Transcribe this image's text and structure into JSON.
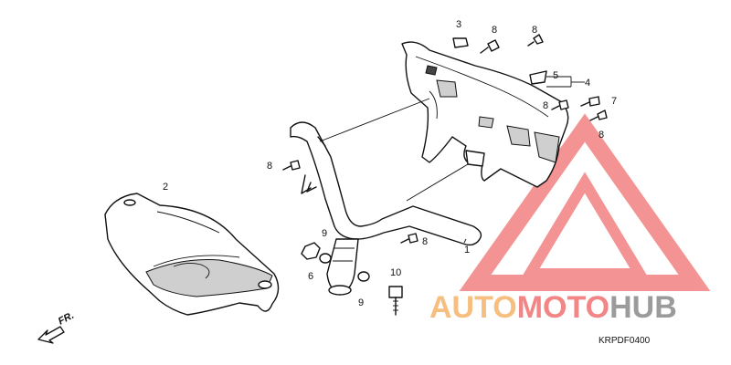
{
  "callouts": {
    "c1": "1",
    "c2": "2",
    "c3": "3",
    "c4": "4",
    "c5": "5",
    "c6": "6",
    "c7": "7",
    "c8a": "8",
    "c8b": "8",
    "c8c": "8",
    "c8d": "8",
    "c8e": "8",
    "c8f": "8",
    "c9a": "9",
    "c9b": "9",
    "c10": "10"
  },
  "front_label": "FR.",
  "diagram_code": "KRPDF0400",
  "watermark": {
    "part1": "AUTO",
    "part2": "MOTO",
    "part3": "HUB",
    "color_orange": "#f5b56a",
    "color_red": "#f07070",
    "color_grey": "#8a8a8a"
  }
}
